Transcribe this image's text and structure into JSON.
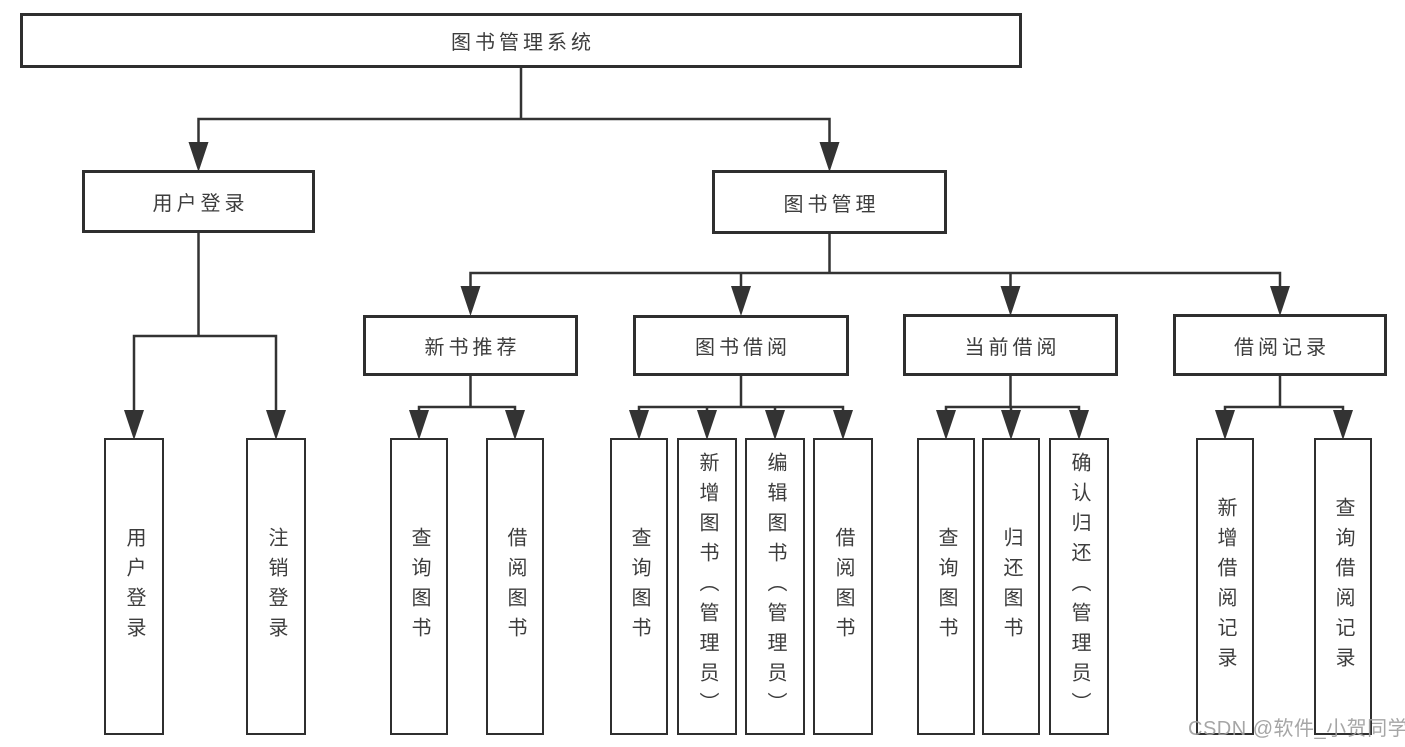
{
  "colors": {
    "line": "#333333",
    "box_border": "#2f2f2f",
    "text": "#3d3d3d",
    "background": "#ffffff",
    "watermark": "#9e9e9e"
  },
  "tree": {
    "root": "图书管理系统",
    "level1": [
      {
        "label": "用户登录",
        "leaves": [
          "用户登录",
          "注销登录"
        ]
      },
      {
        "label": "图书管理",
        "groups": [
          {
            "label": "新书推荐",
            "leaves": [
              "查询图书",
              "借阅图书"
            ]
          },
          {
            "label": "图书借阅",
            "leaves": [
              "查询图书",
              "新增图书（管理员）",
              "编辑图书（管理员）",
              "借阅图书"
            ]
          },
          {
            "label": "当前借阅",
            "leaves": [
              "查询图书",
              "归还图书",
              "确认归还（管理员）"
            ]
          },
          {
            "label": "借阅记录",
            "leaves": [
              "新增借阅记录",
              "查询借阅记录"
            ]
          }
        ]
      }
    ]
  },
  "watermark": {
    "text": "CSDN @软件_小贺同学"
  }
}
